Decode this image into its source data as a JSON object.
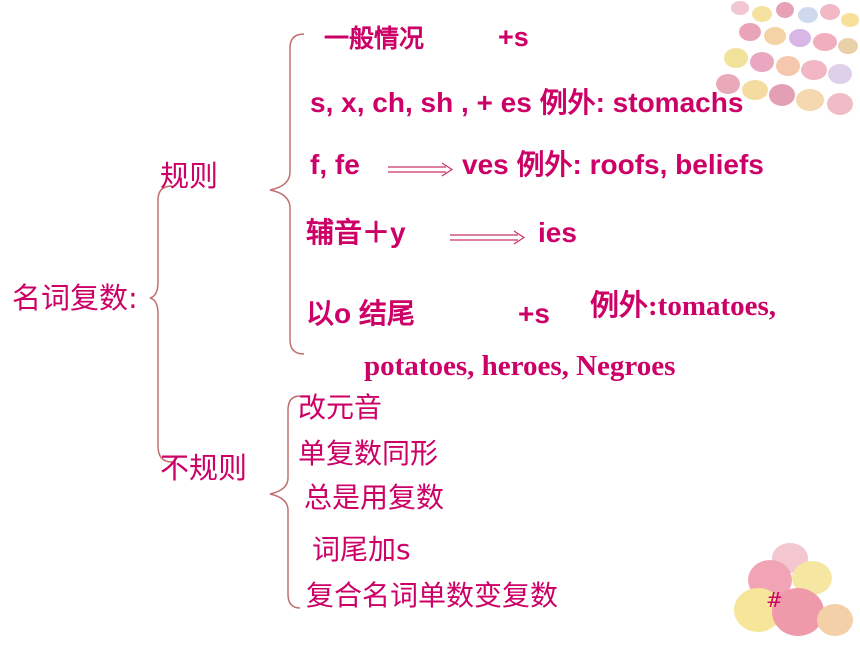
{
  "root": {
    "label": "名词复数:"
  },
  "regular": {
    "label": "规则",
    "rules": [
      {
        "left": "一般情况",
        "right": "+s"
      },
      {
        "text": "s, x, ch, sh , + es  例外: stomachs"
      },
      {
        "left": "f, fe",
        "right": "ves 例外: roofs, beliefs"
      },
      {
        "left": "辅音＋y",
        "right": "ies"
      },
      {
        "left": "以o 结尾",
        "mid": "+s",
        "right": "例外:tomatoes,",
        "continuation": "potatoes, heroes, Negroes"
      }
    ]
  },
  "irregular": {
    "label": "不规则",
    "items": [
      "改元音",
      "单复数同形",
      "总是用复数",
      "词尾加s",
      "复合名词单数变复数"
    ]
  },
  "footer": {
    "slide_number": "#"
  },
  "colors": {
    "text": "#cc0066",
    "brace": "#c07070",
    "arrow": "#cc3366"
  }
}
